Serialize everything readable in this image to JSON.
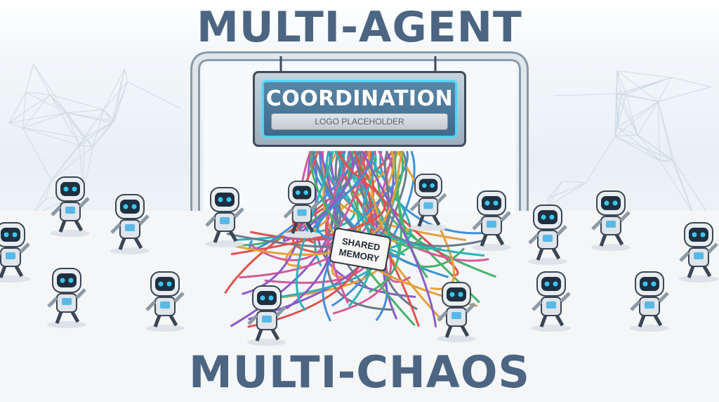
{
  "headline": {
    "top": "MULTI-AGENT",
    "bottom": "MULTI-CHAOS"
  },
  "sign": {
    "title": "COORDINATION",
    "logo_placeholder": "LOGO PLACEHOLDER"
  },
  "tag": {
    "line1": "SHARED",
    "line2": "MEMORY"
  },
  "colors": {
    "title": "#4b6582",
    "sign_glow": "#4fd3f5",
    "robot_eye": "#39c7f0"
  }
}
